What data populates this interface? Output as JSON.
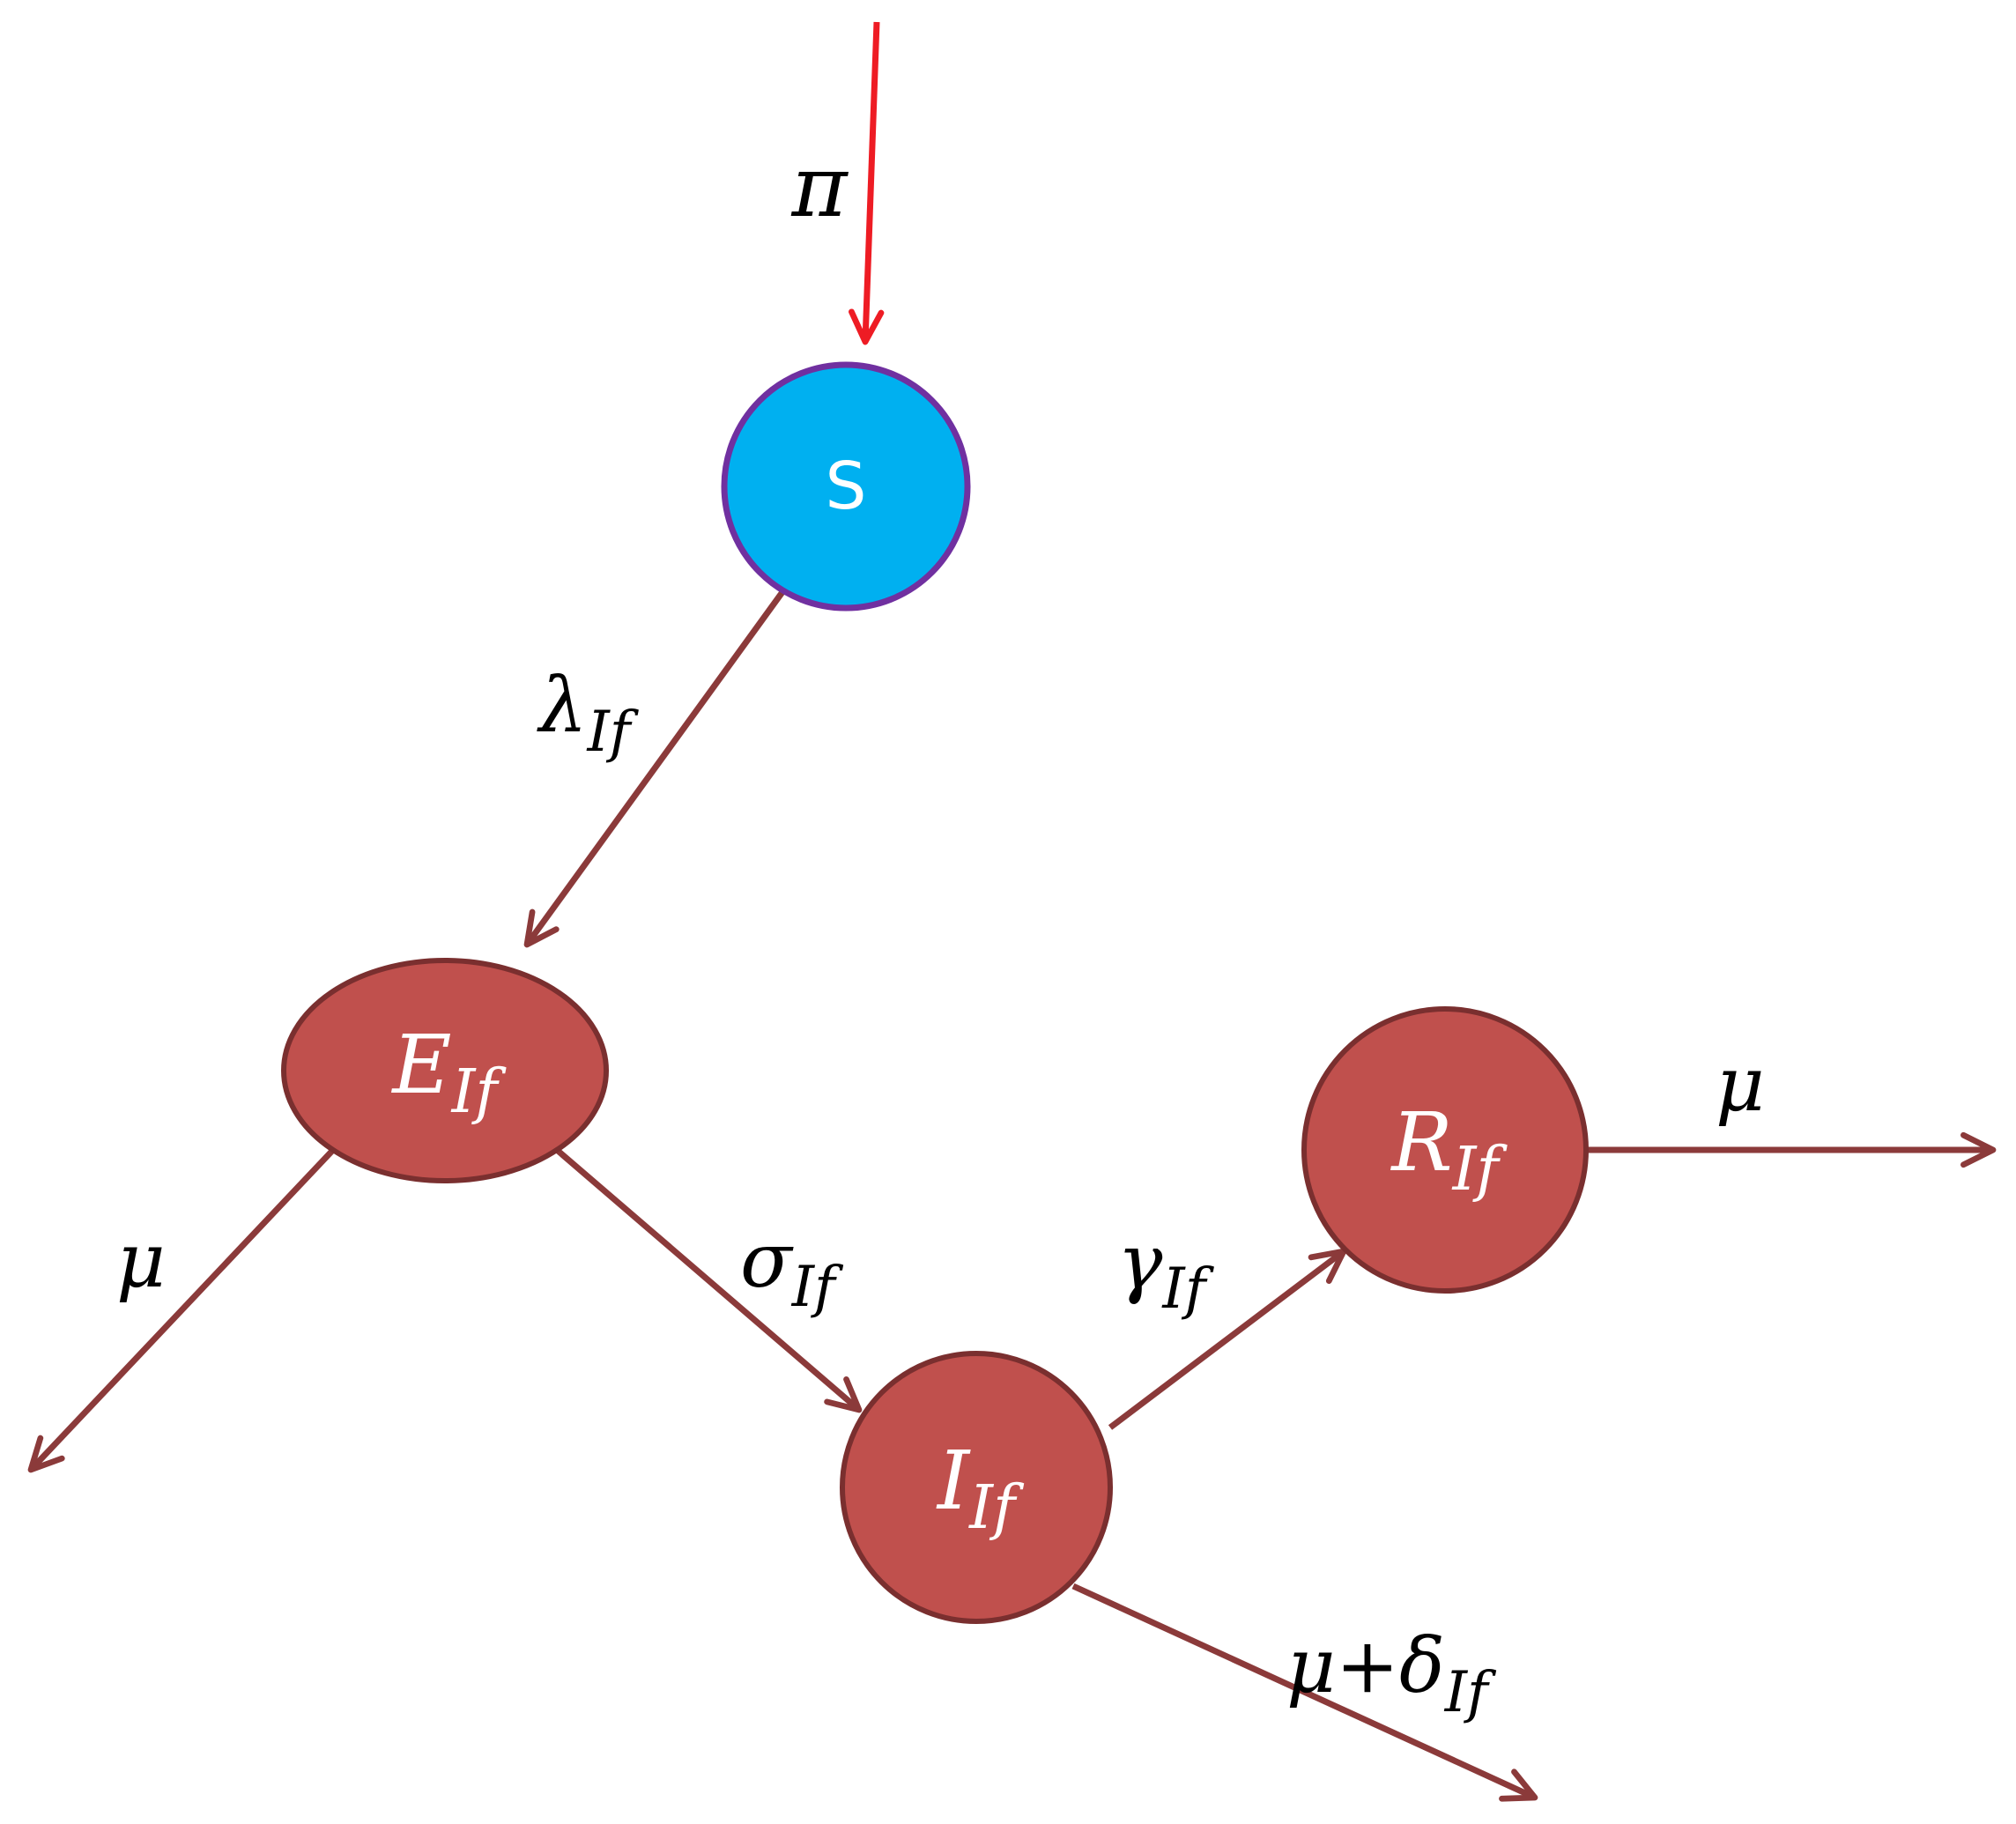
{
  "nodes": {
    "s": {
      "label": "S"
    },
    "e": {
      "main": "E",
      "sub": "If"
    },
    "i": {
      "main": "I",
      "sub": "If"
    },
    "r": {
      "main": "R",
      "sub": "If"
    }
  },
  "edges": {
    "inflow": {
      "main": "π"
    },
    "s_to_e": {
      "main": "λ",
      "sub": "If"
    },
    "e_out": {
      "main": "μ"
    },
    "e_to_i": {
      "main": "σ",
      "sub": "If"
    },
    "i_to_r": {
      "main": "γ",
      "sub": "If"
    },
    "r_out": {
      "main": "μ"
    },
    "i_out": {
      "main": "μ+δ",
      "sub": "If"
    }
  },
  "colors": {
    "inflow_arrow": "#ee1c24",
    "arrow": "#8b3a3a",
    "s_fill": "#00b0f0",
    "s_stroke": "#7030a0",
    "node_fill": "#c0504d",
    "node_stroke": "#7a2f2f"
  }
}
